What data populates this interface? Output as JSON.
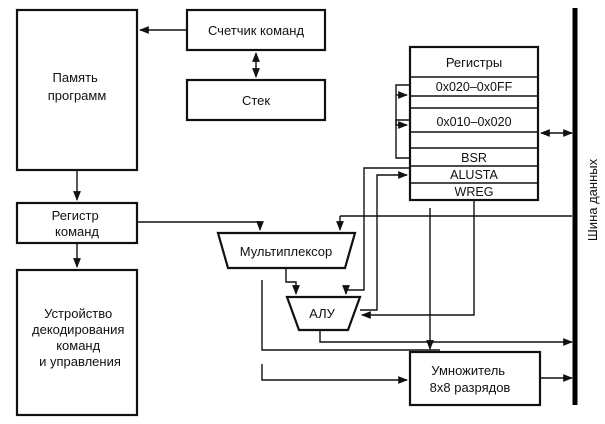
{
  "blocks": {
    "counter": "Счетчик команд",
    "stack": "Стек",
    "memory": [
      "Память",
      "программ"
    ],
    "instr_register": [
      "Регистр",
      "команд"
    ],
    "decoder": [
      "Устройство",
      "декодирования",
      "команд",
      "и управления"
    ],
    "mux": "Мультиплексор",
    "alu": "АЛУ",
    "multiplier": [
      "Умножитель",
      "8x8 разрядов"
    ]
  },
  "registers": {
    "title": "Регистры",
    "rows": [
      "0x020–0x0FF",
      "",
      "0x010–0x020",
      "",
      "BSR",
      "ALUSTA",
      "WREG"
    ]
  },
  "bus_label": "Шина данных"
}
